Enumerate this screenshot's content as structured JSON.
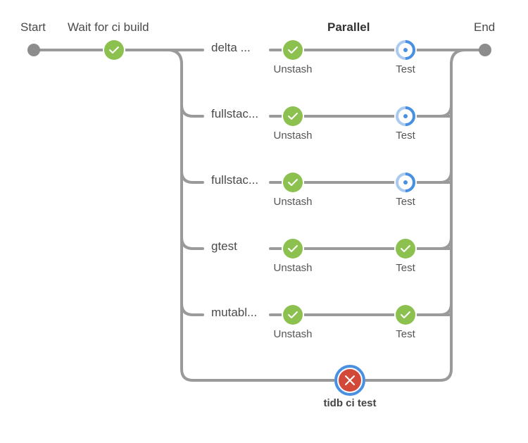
{
  "pipeline": {
    "start_label": "Start",
    "end_label": "End",
    "wait_stage_label": "Wait for ci build",
    "wait_stage_status": "success",
    "parallel_label": "Parallel",
    "branches": [
      {
        "label": "delta ...",
        "stages": [
          {
            "label": "Unstash",
            "status": "success"
          },
          {
            "label": "Test",
            "status": "running"
          }
        ]
      },
      {
        "label": "fullstac...",
        "stages": [
          {
            "label": "Unstash",
            "status": "success"
          },
          {
            "label": "Test",
            "status": "running"
          }
        ]
      },
      {
        "label": "fullstac...",
        "stages": [
          {
            "label": "Unstash",
            "status": "success"
          },
          {
            "label": "Test",
            "status": "running"
          }
        ]
      },
      {
        "label": "gtest",
        "stages": [
          {
            "label": "Unstash",
            "status": "success"
          },
          {
            "label": "Test",
            "status": "success"
          }
        ]
      },
      {
        "label": "mutabl...",
        "stages": [
          {
            "label": "Unstash",
            "status": "success"
          },
          {
            "label": "Test",
            "status": "success"
          }
        ]
      }
    ],
    "failed_stage": {
      "label": "tidb ci test",
      "status": "failed"
    }
  },
  "colors": {
    "connector": "#9a9a9a",
    "success": "#8cc04f",
    "running": "#4a90e2",
    "running_light": "#a9c9f0",
    "failed": "#d24939",
    "failed_ring": "#4a90e2",
    "terminal": "#8c8c8c"
  },
  "icons": {
    "success": "check-icon",
    "running": "running-spinner-icon",
    "failed": "x-icon"
  }
}
